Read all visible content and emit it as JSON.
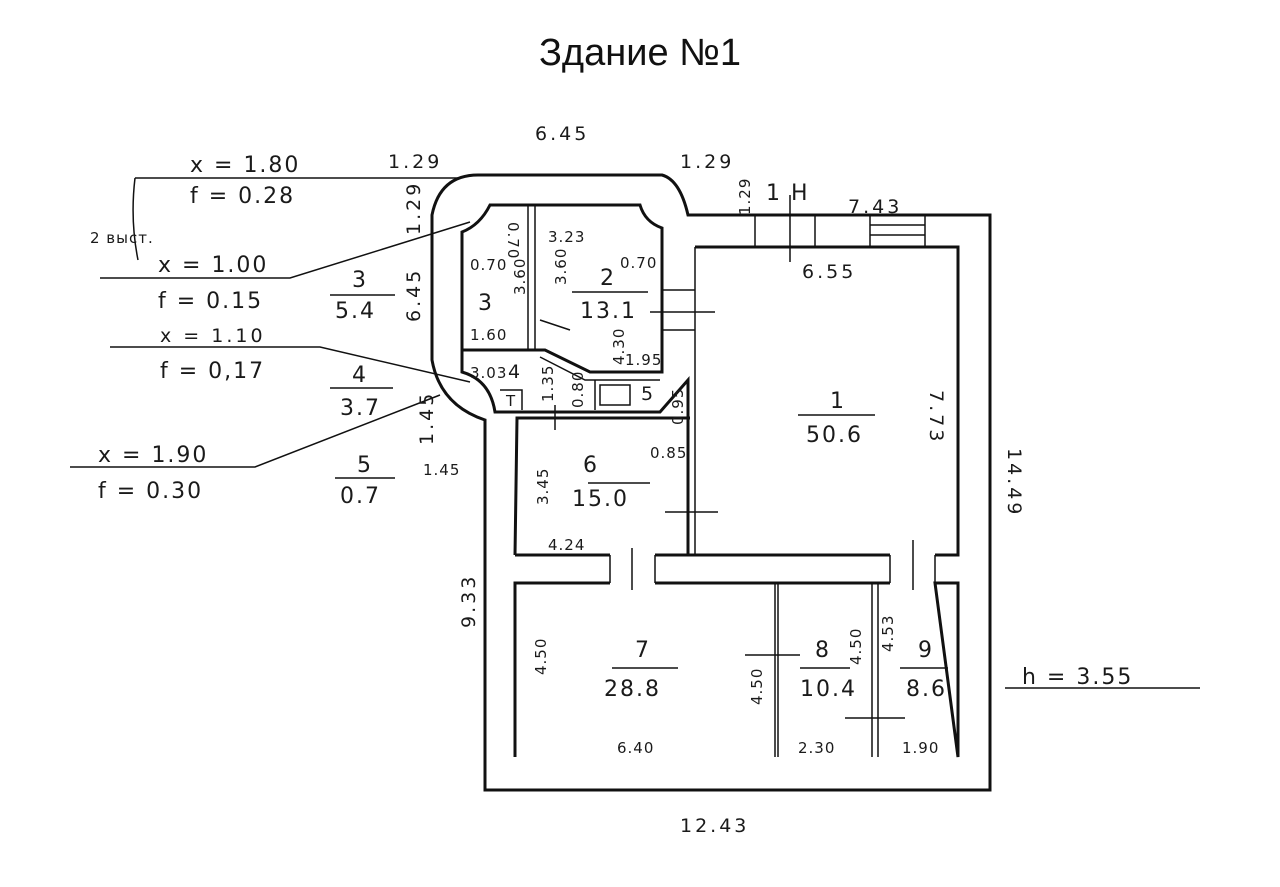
{
  "title": "Здание №1",
  "ceiling_height": "h = 3.55",
  "overall": {
    "top": "6.45",
    "bottom": "12.43",
    "right": "14.49",
    "left": "9.33",
    "top_right": "7.43",
    "entrance": "1 Н"
  },
  "bay_windows": {
    "label": "2 выст.",
    "items": [
      {
        "x": "x = 1.80",
        "f": "f = 0.28"
      },
      {
        "x": "x = 1.00",
        "f": "f = 0.15"
      },
      {
        "x": "x = 1.10",
        "f": "f = 0,17"
      },
      {
        "x": "x = 1.90",
        "f": "f = 0.30"
      }
    ]
  },
  "side_fractions": [
    {
      "num": "3",
      "area": "5.4"
    },
    {
      "num": "4",
      "area": "3.7"
    },
    {
      "num": "5",
      "area": "0.7"
    }
  ],
  "rooms": [
    {
      "num": "1",
      "area": "50.6"
    },
    {
      "num": "2",
      "area": "13.1"
    },
    {
      "num": "3"
    },
    {
      "num": "4"
    },
    {
      "num": "5"
    },
    {
      "num": "6",
      "area": "15.0"
    },
    {
      "num": "7",
      "area": "28.8"
    },
    {
      "num": "8",
      "area": "10.4"
    },
    {
      "num": "9",
      "area": "8.6"
    }
  ],
  "dims": {
    "d129a": "1.29",
    "d129b": "1.29",
    "d129c": "1.29",
    "d129d": "1.29",
    "d645": "6.45",
    "d145a": "1.45",
    "d145b": "1.45",
    "d655": "6.55",
    "d773": "7.73",
    "d323": "3.23",
    "d070a": "0.70",
    "d070b": "0.70",
    "d070c": "0.70",
    "d360a": "3.60",
    "d360b": "3.60",
    "d160": "1.60",
    "d430": "4.30",
    "d195": "1.95",
    "d303": "3.03",
    "d135": "1.35",
    "d080": "0.80",
    "toilet": "Т",
    "d345": "3.45",
    "d085": "0.85",
    "d095": "0.95",
    "d424": "4.24",
    "d450a": "4.50",
    "d450b": "4.50",
    "d640": "6.40",
    "d450c": "4.50",
    "d230": "2.30",
    "d453": "4.53",
    "d190": "1.90"
  }
}
